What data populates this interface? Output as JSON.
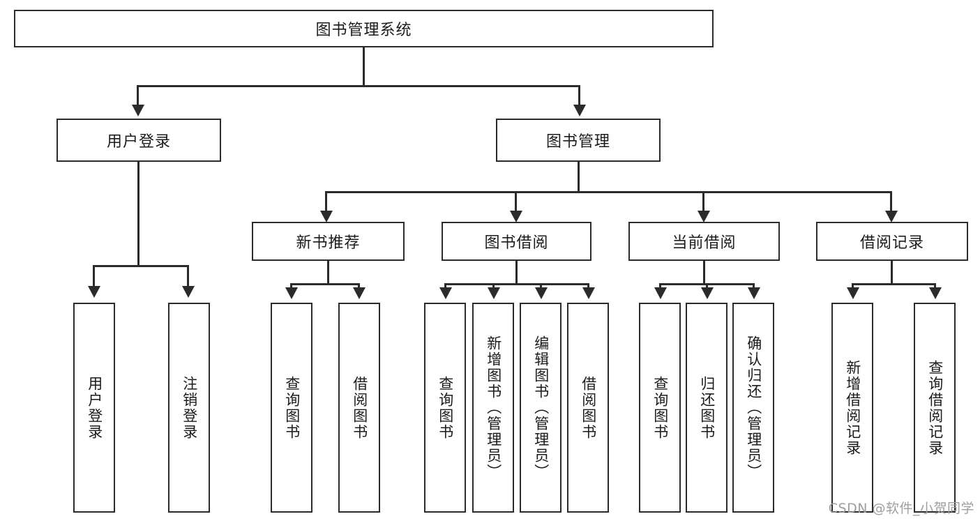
{
  "diagram": {
    "title": "图书管理系统",
    "type": "tree-hierarchy-diagram",
    "root": {
      "label": "图书管理系统"
    },
    "level2": [
      {
        "label": "用户登录"
      },
      {
        "label": "图书管理"
      }
    ],
    "level3": [
      {
        "label": "新书推荐"
      },
      {
        "label": "图书借阅"
      },
      {
        "label": "当前借阅"
      },
      {
        "label": "借阅记录"
      }
    ],
    "leaves": {
      "user_login": [
        {
          "label": "用户登录"
        },
        {
          "label": "注销登录"
        }
      ],
      "new_book_recommend": [
        {
          "label": "查询图书"
        },
        {
          "label": "借阅图书"
        }
      ],
      "book_borrow": [
        {
          "label": "查询图书"
        },
        {
          "label": "新增图书（管理员）"
        },
        {
          "label": "编辑图书（管理员）"
        },
        {
          "label": "借阅图书"
        }
      ],
      "current_borrow": [
        {
          "label": "查询图书"
        },
        {
          "label": "归还图书"
        },
        {
          "label": "确认归还（管理员）"
        }
      ],
      "borrow_record": [
        {
          "label": "新增借阅记录"
        },
        {
          "label": "查询借阅记录"
        }
      ]
    }
  },
  "watermark": {
    "text": "CSDN @软件_小贺同学"
  },
  "colors": {
    "stroke": "#2b2b2b",
    "background": "#ffffff",
    "text": "#1b1b1b",
    "watermark": "#9e9e9e"
  }
}
